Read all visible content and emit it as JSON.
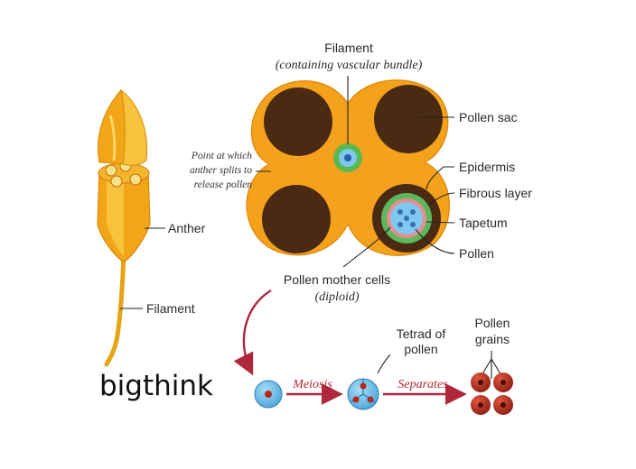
{
  "labels": {
    "filament_top": "Filament",
    "filament_top_sub": "(containing vascular bundle)",
    "pollen_sac": "Pollen sac",
    "split_point_1": "Point at which",
    "split_point_2": "anther splits to",
    "split_point_3": "release pollen",
    "epidermis": "Epidermis",
    "fibrous_layer": "Fibrous layer",
    "tapetum": "Tapetum",
    "pollen": "Pollen",
    "anther": "Anther",
    "filament_left": "Filament",
    "pollen_mother_cells": "Pollen mother cells",
    "diploid": "(diploid)",
    "tetrad_1": "Tetrad of",
    "tetrad_2": "pollen",
    "pollen_grains_1": "Pollen",
    "pollen_grains_2": "grains",
    "meiosis": "Meiosis",
    "separates": "Separates"
  },
  "watermark": "bigthink",
  "colors": {
    "anther_orange": "#f4a21b",
    "anther_yellow": "#f6c23a",
    "pollen_sac_brown": "#4a2a12",
    "fibrous_green": "#5cb85c",
    "tapetum_pink": "#e88d8d",
    "cell_blue": "#5bb6e6",
    "grain_red": "#b0291c",
    "arrow_red": "#b0263b"
  }
}
